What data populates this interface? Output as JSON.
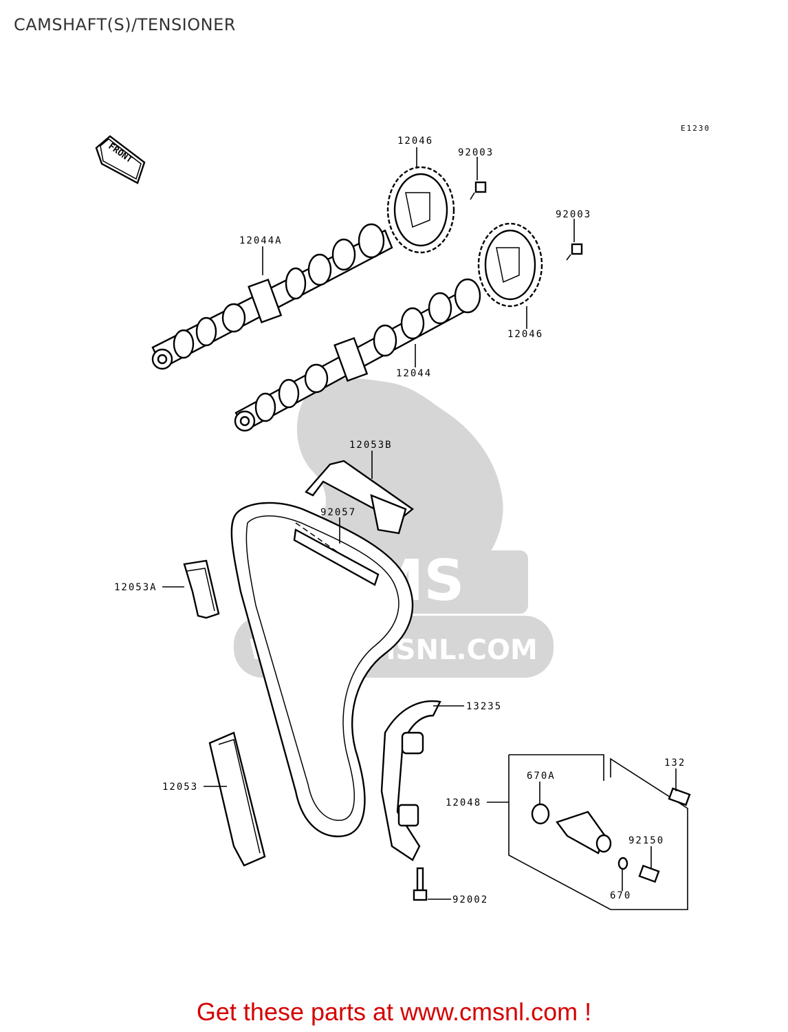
{
  "title": "CAMSHAFT(S)/TENSIONER",
  "diagram_code": "E1230",
  "direction_label": "FRONT",
  "watermark": {
    "brand": "CMS",
    "url": "WWW.CMSNL.COM"
  },
  "part_labels": {
    "sprocket_upper": "12046",
    "sprocket_lower": "12046",
    "bolt_upper": "92003",
    "bolt_lower": "92003",
    "camshaft_upper": "12044A",
    "camshaft_lower": "12044",
    "guide_upper": "12053B",
    "chain": "92057",
    "guide_front": "12053A",
    "guide_rear": "12053",
    "tensioner_guide": "13235",
    "tensioner_assy": "12048",
    "oring_a": "670A",
    "oring": "670",
    "bolt_tensioner": "132",
    "bolt_tensioner_2": "92150",
    "bolt_guide": "92002"
  },
  "footer": "Get these parts at www.cmsnl.com !"
}
